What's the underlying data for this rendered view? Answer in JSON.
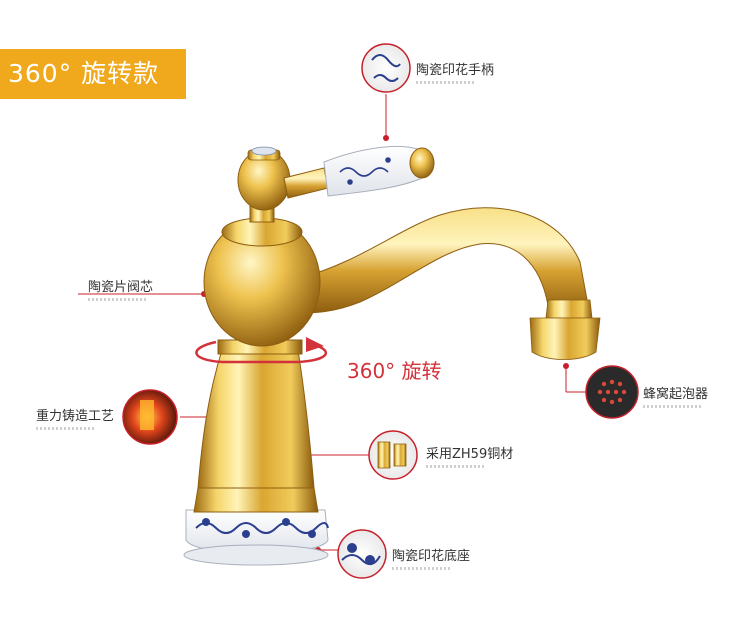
{
  "banner": {
    "title": "360° 旋转款"
  },
  "rotation": {
    "label": "360° 旋转"
  },
  "callouts": {
    "handle": "陶瓷印花手柄",
    "valve": "陶瓷片阀芯",
    "casting": "重力铸造工艺",
    "aerator": "蜂窝起泡器",
    "material": "采用ZH59铜材",
    "base": "陶瓷印花底座"
  },
  "colors": {
    "banner": "#f0a81c",
    "accent_red": "#d4323a",
    "gold": "#e0b23a",
    "porcelain_blue": "#2b3f8f"
  }
}
